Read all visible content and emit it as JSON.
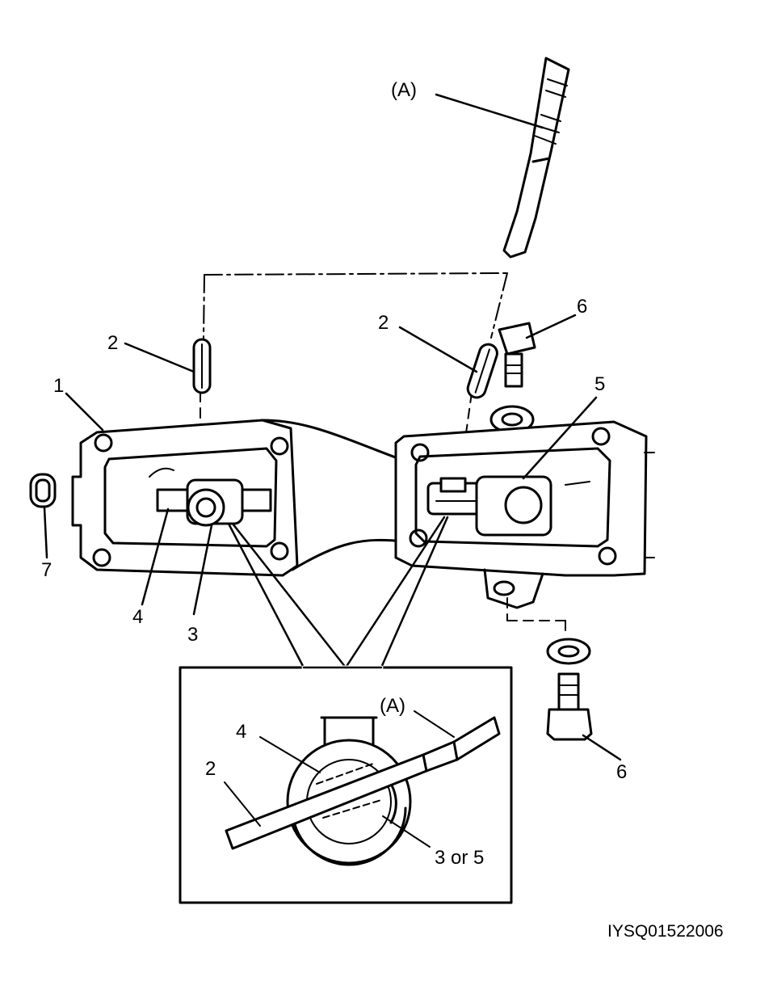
{
  "callouts": {
    "tool_top": "(A)",
    "pin_left": "2",
    "pin_right": "2",
    "plug_top": "6",
    "case": "1",
    "shaft": "5",
    "plug_seal": "7",
    "fork_left": "4",
    "yoke_left": "3",
    "plug_bottom": "6"
  },
  "detail": {
    "tool": "(A)",
    "shaft": "4",
    "pin": "2",
    "yoke": "3 or 5"
  },
  "figure_code": "IYSQ01522006"
}
